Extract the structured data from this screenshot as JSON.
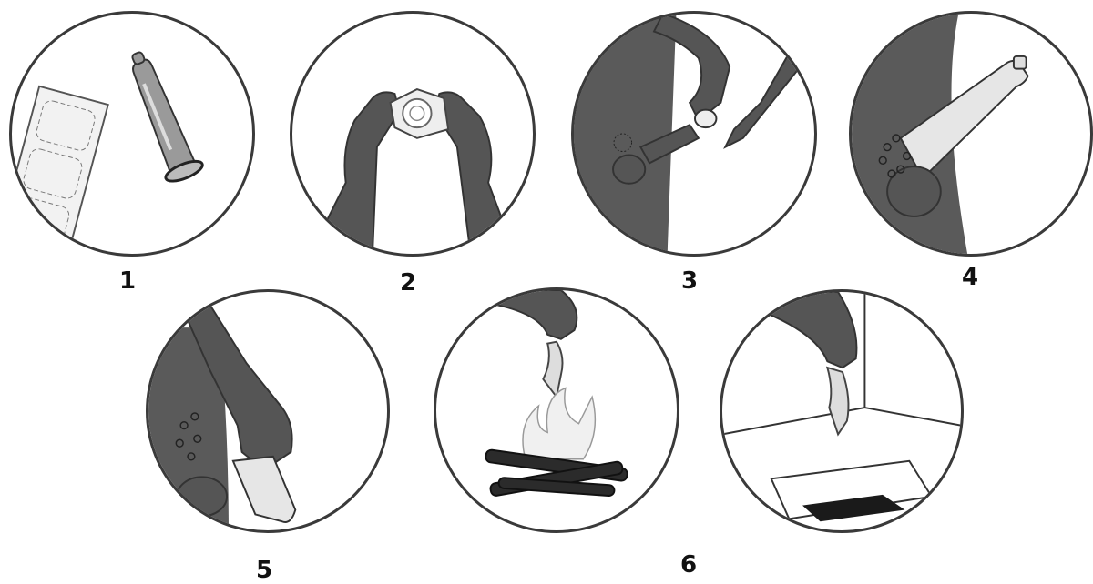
{
  "steps": [
    {
      "number": "1"
    },
    {
      "number": "2"
    },
    {
      "number": "3"
    },
    {
      "number": "4"
    },
    {
      "number": "5"
    },
    {
      "number": "6"
    }
  ],
  "colors": {
    "skin_dark": "#555555",
    "skin_shadow": "#3d3d3d",
    "condom": "#dcdcdc",
    "outline": "#2a2a2a",
    "fire_wood": "#2b2b2b",
    "pit": "#1a1a1a"
  },
  "icons": [
    "condom-strip-icon",
    "condom-icon",
    "hands-opening-wrapper-icon",
    "hand-rolling-condom-icon",
    "condom-worn-icon",
    "hand-removing-condom-icon",
    "campfire-icon",
    "pit-latrine-icon"
  ]
}
